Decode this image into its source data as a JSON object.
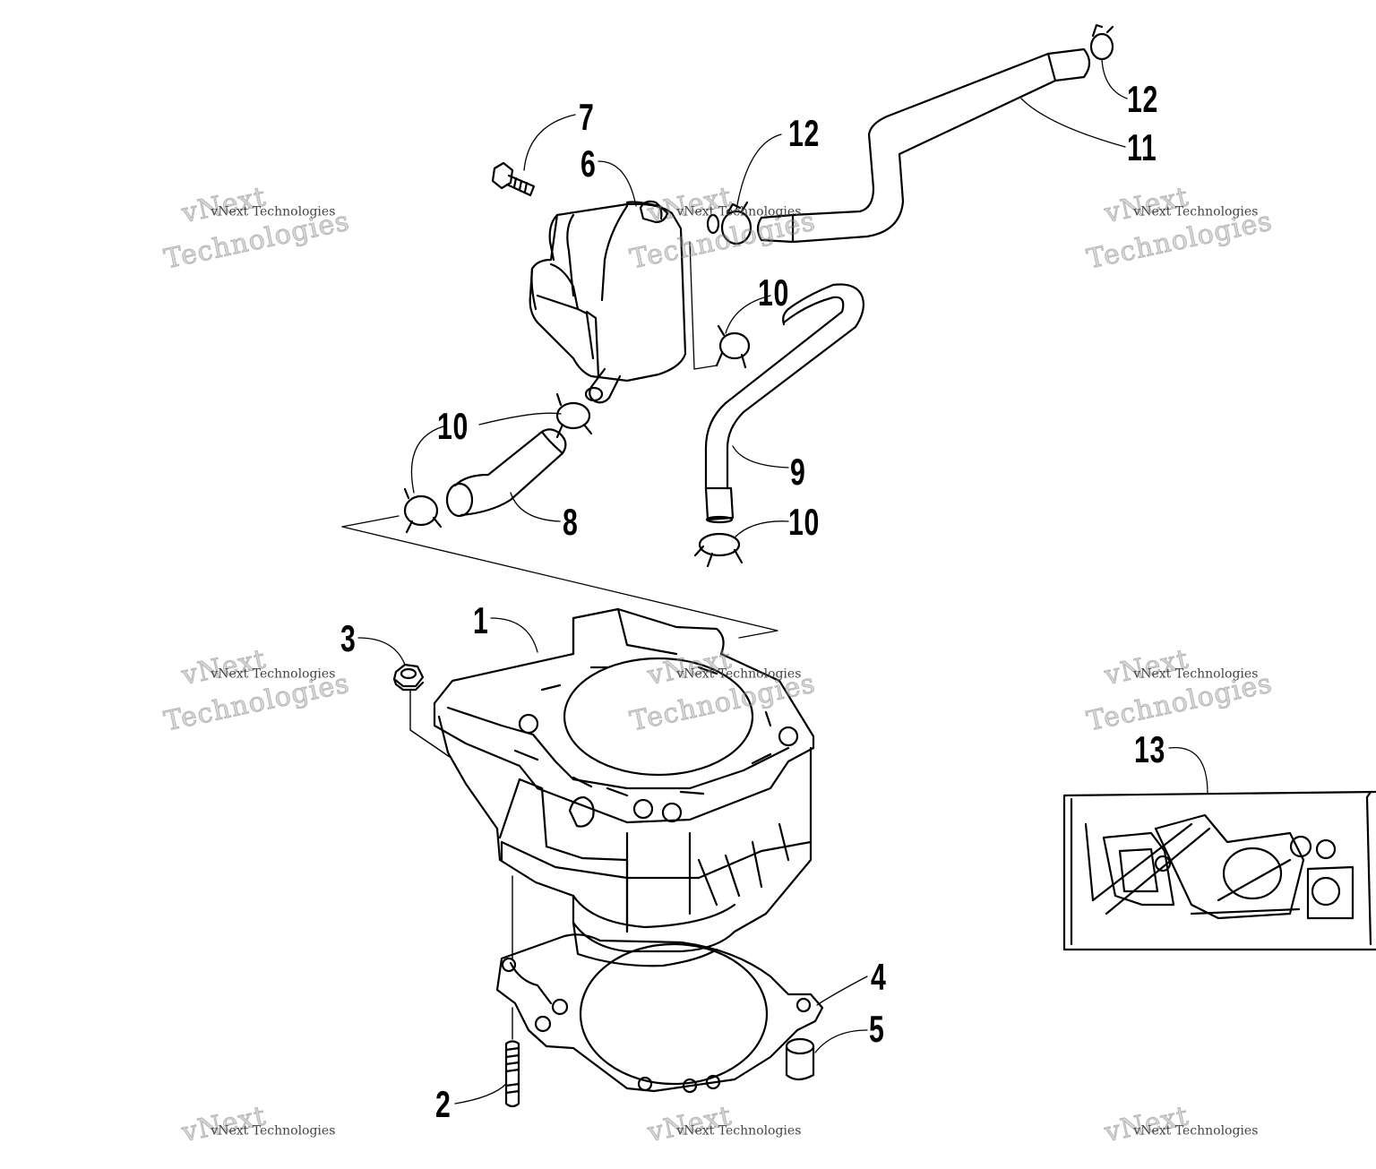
{
  "callouts": {
    "c1": "1",
    "c2": "2",
    "c3": "3",
    "c4": "4",
    "c5": "5",
    "c6": "6",
    "c7": "7",
    "c8": "8",
    "c9": "9",
    "c10a": "10",
    "c10b": "10",
    "c10c": "10",
    "c11": "11",
    "c12a": "12",
    "c12b": "12",
    "c13": "13"
  },
  "watermark": {
    "brand": "vNext",
    "line": "vNext Technologies",
    "tail": "Technologies"
  }
}
